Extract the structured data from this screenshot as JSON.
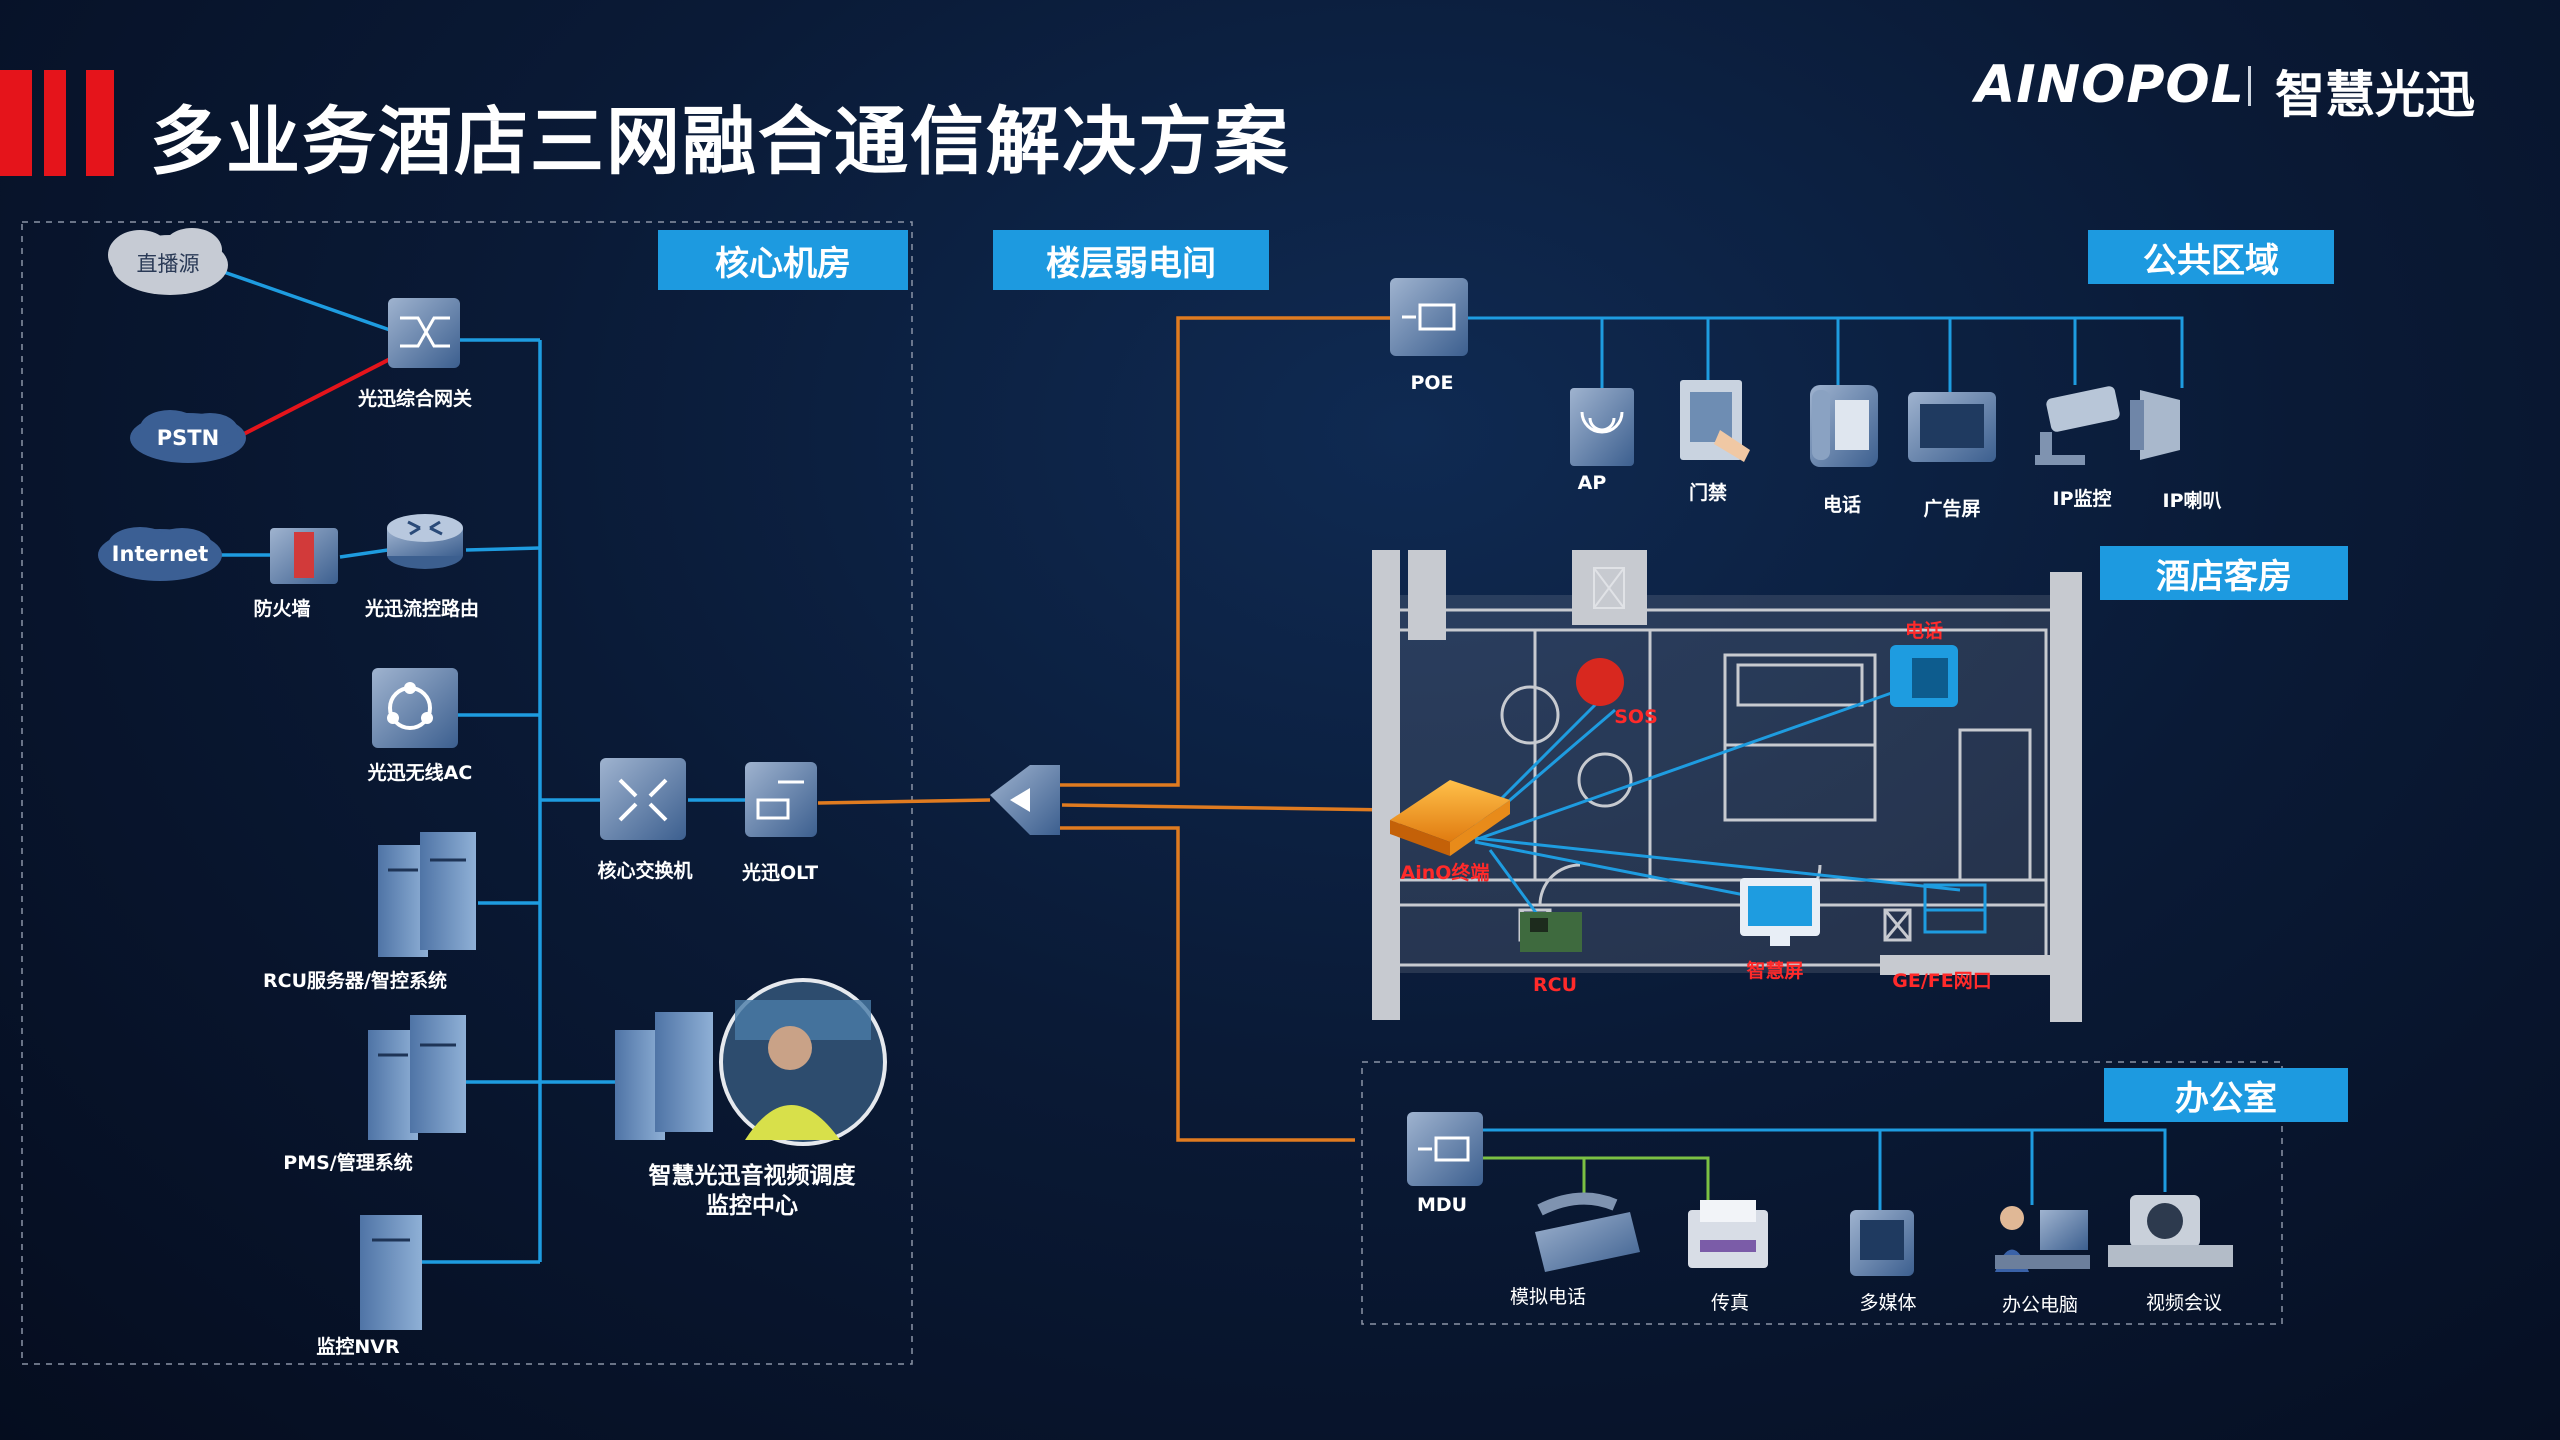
{
  "header": {
    "title": "多业务酒店三网融合通信解决方案",
    "brand_logo": "AINOPOL",
    "brand_name": "智慧光迅"
  },
  "sections": {
    "core_room": "核心机房",
    "floor_room": "楼层弱电间",
    "public_area": "公共区域",
    "guest_room": "酒店客房",
    "office": "办公室"
  },
  "core": {
    "live_source": "直播源",
    "pstn": "PSTN",
    "internet": "Internet",
    "gateway": "光迅综合网关",
    "firewall": "防火墙",
    "router": "光迅流控路由",
    "wireless_ac": "光迅无线AC",
    "rcu_server": "RCU服务器/智控系统",
    "pms": "PMS/管理系统",
    "nvr": "监控NVR",
    "core_switch": "核心交换机",
    "olt": "光迅OLT",
    "monitor_center_1": "智慧光迅音视频调度",
    "monitor_center_2": "监控中心"
  },
  "public": {
    "poe": "POE",
    "ap": "AP",
    "door": "门禁",
    "phone": "电话",
    "ad_screen": "广告屏",
    "ip_camera": "IP监控",
    "ip_speaker": "IP喇叭"
  },
  "room": {
    "phone": "电话",
    "sos": "SOS",
    "terminal": "AinO终端",
    "rcu": "RCU",
    "smart_screen": "智慧屏",
    "ge_port": "GE/FE网口"
  },
  "office": {
    "mdu": "MDU",
    "analog_phone": "模拟电话",
    "fax": "传真",
    "multimedia": "多媒体",
    "office_pc": "办公电脑",
    "video_conf": "视频会议"
  },
  "colors": {
    "title_bar_red": "#e5141b",
    "badge_blue": "#1d9ae0",
    "link_blue": "#1e9ce0",
    "link_orange": "#e07b20",
    "link_red": "#e5141b",
    "link_green": "#7bc043",
    "label_red": "#ff2a2a"
  }
}
